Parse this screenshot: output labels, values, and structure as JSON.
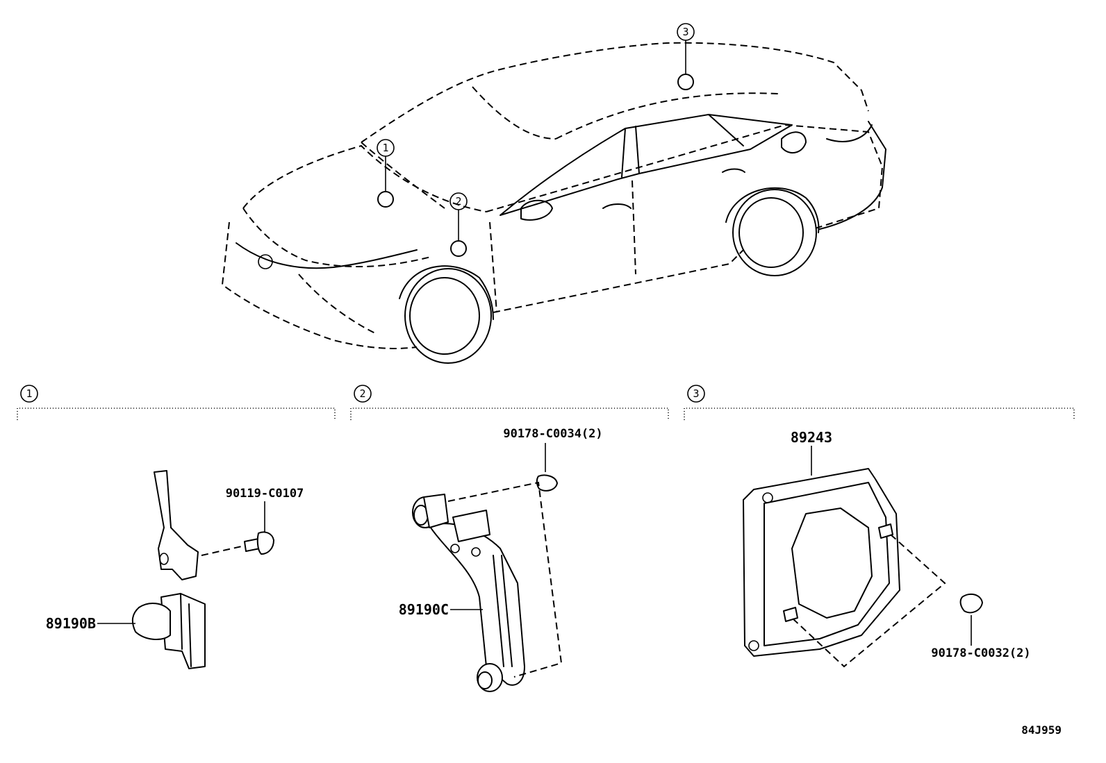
{
  "callouts": [
    {
      "num": "1"
    },
    {
      "num": "2"
    },
    {
      "num": "3"
    }
  ],
  "sections": [
    {
      "num": "1",
      "parts": [
        {
          "part_number": "89190B"
        },
        {
          "part_number": "90119-C0107"
        }
      ]
    },
    {
      "num": "2",
      "parts": [
        {
          "part_number": "89190C"
        },
        {
          "part_number": "90178-C0034(2)"
        }
      ]
    },
    {
      "num": "3",
      "parts": [
        {
          "part_number": "89243"
        },
        {
          "part_number": "90178-C0032(2)"
        }
      ]
    }
  ],
  "diagram_code": "84J959"
}
